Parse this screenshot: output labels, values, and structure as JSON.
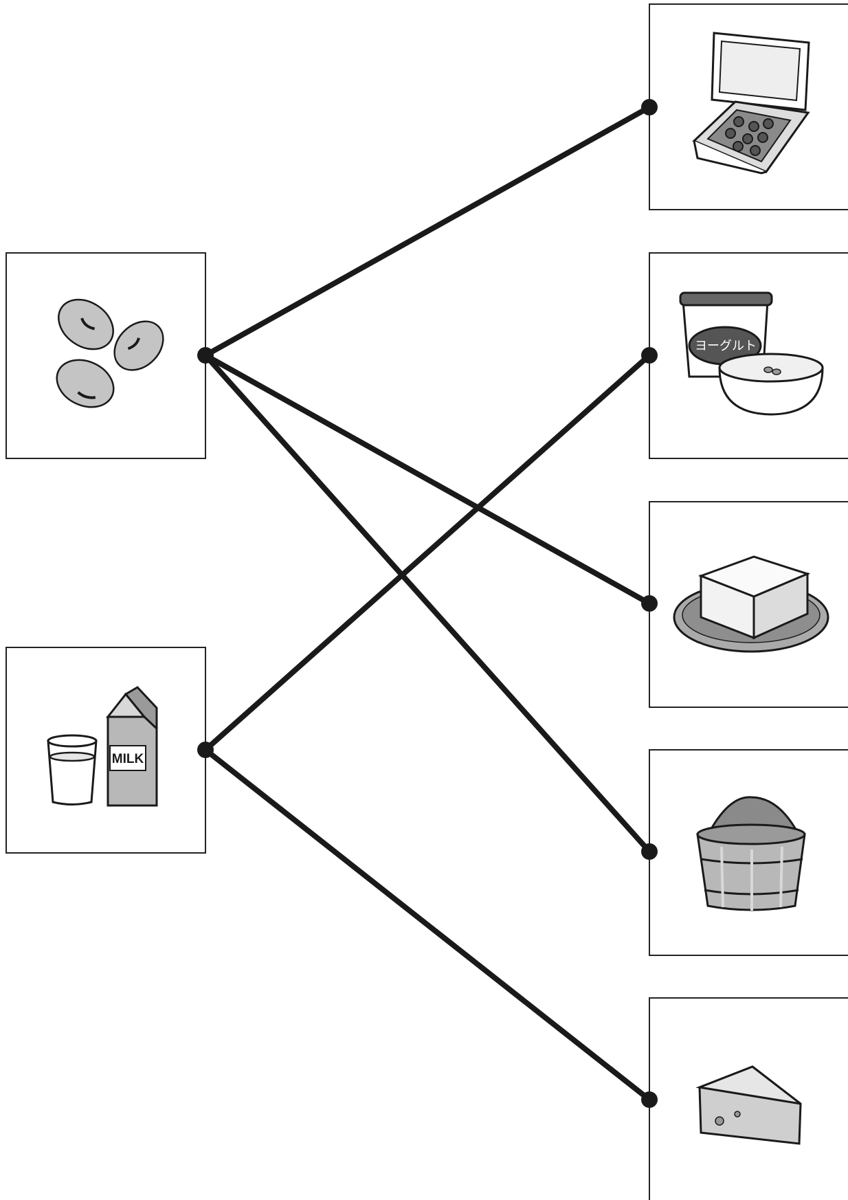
{
  "sources": [
    {
      "id": "soybeans",
      "icon": "soybeans-icon"
    },
    {
      "id": "milk",
      "icon": "milk-icon"
    }
  ],
  "products": [
    {
      "id": "natto",
      "icon": "natto-icon"
    },
    {
      "id": "yogurt",
      "icon": "yogurt-icon",
      "label": "ヨーグルト"
    },
    {
      "id": "tofu",
      "icon": "tofu-icon"
    },
    {
      "id": "miso",
      "icon": "miso-icon"
    },
    {
      "id": "cheese",
      "icon": "cheese-icon"
    }
  ],
  "connections": [
    {
      "from": "soybeans",
      "to": "natto"
    },
    {
      "from": "soybeans",
      "to": "tofu"
    },
    {
      "from": "soybeans",
      "to": "miso"
    },
    {
      "from": "milk",
      "to": "yogurt"
    },
    {
      "from": "milk",
      "to": "cheese"
    }
  ],
  "milk_carton_label": "MILK",
  "colors": {
    "line": "#1a1a1a",
    "frame": "#222222",
    "fill_gray": "#b8b8b8",
    "fill_light": "#e6e6e6"
  }
}
